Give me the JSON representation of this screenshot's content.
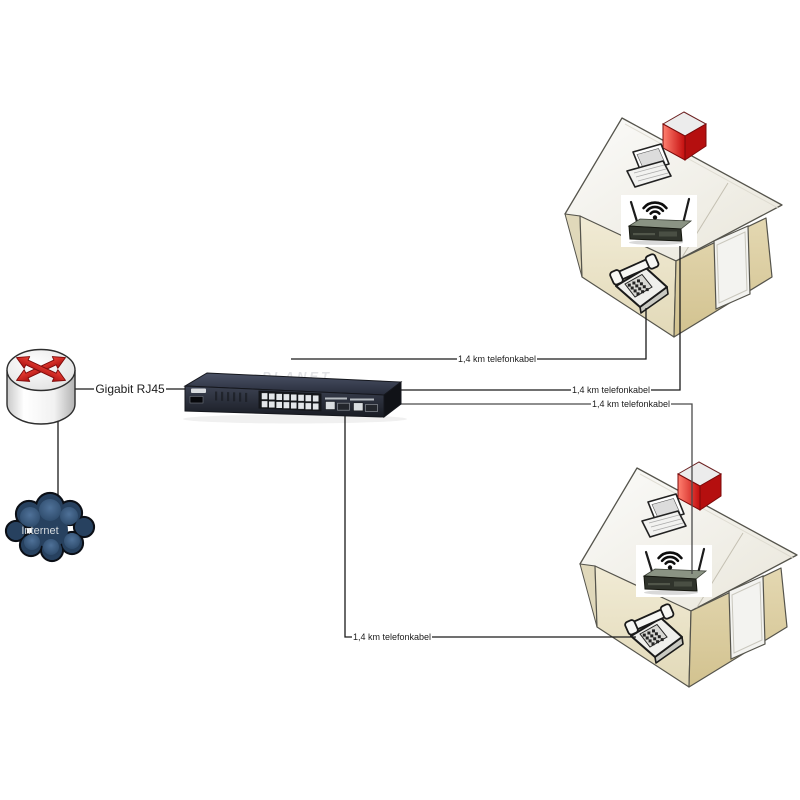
{
  "nodes": {
    "internet": {
      "label": "Internet"
    },
    "router": {
      "icon": "router-cylinder-icon"
    },
    "switch": {
      "brand": "PLANET",
      "ports_visible": 16
    },
    "house1": {
      "devices": [
        "laptop",
        "wireless-router",
        "telephone"
      ]
    },
    "house2": {
      "devices": [
        "laptop",
        "wireless-router",
        "telephone"
      ]
    }
  },
  "connections": [
    {
      "from": "router",
      "to": "internet",
      "label": ""
    },
    {
      "from": "router",
      "to": "switch",
      "label": "Gigabit RJ45"
    },
    {
      "from": "switch",
      "to": "house1-telephone",
      "label": "1,4 km telefonkabel"
    },
    {
      "from": "switch",
      "to": "house1-wireless-router",
      "label": "1,4 km telefonkabel"
    },
    {
      "from": "switch",
      "to": "house2-wireless-router",
      "label": "1,4 km telefonkabel"
    },
    {
      "from": "switch",
      "to": "house2-telephone",
      "label": "1,4 km telefonkabel"
    }
  ],
  "icons": {
    "router": "cisco-router-cylinder",
    "internet": "dark-blue-cloud",
    "switch": "rack-switch-16-port",
    "laptop": "laptop",
    "wifi": "wifi-signal",
    "wireless_router": "wireless-router-two-antennas",
    "phone": "desk-telephone",
    "chimney": "red-cube-chimney"
  },
  "colors": {
    "background": "#ffffff",
    "line": "#1a1a1a",
    "router_arrows": "#cf1d1d",
    "cloud": "#2b4868",
    "cloud_text": "#d5dade",
    "switch_body": "#272c38",
    "house_roof": "#f7f7f4",
    "house_wall_front": "#ede6cc",
    "house_wall_side": "#ddd1a8",
    "chimney_red": "#e31515",
    "label_text": "#1c1c1c"
  }
}
